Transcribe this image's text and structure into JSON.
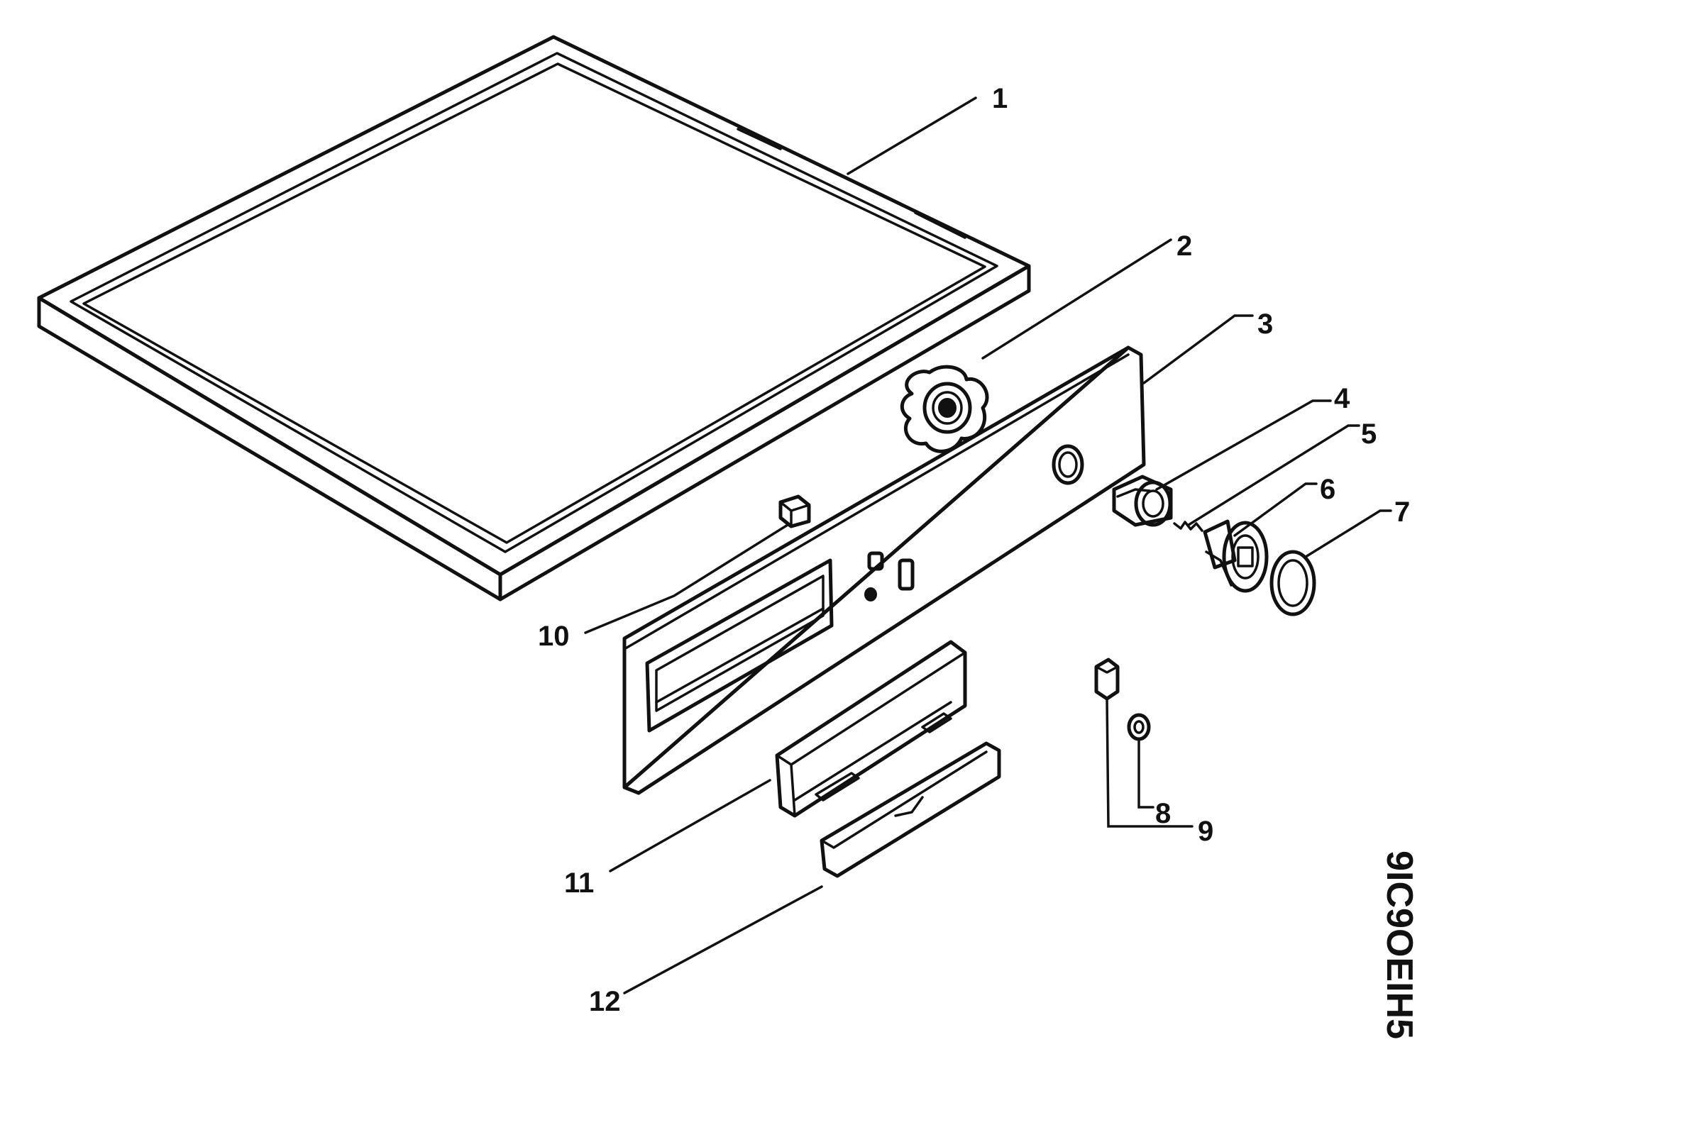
{
  "figure": {
    "code": "9IC9OEIH5"
  },
  "callouts": [
    {
      "id": "1",
      "text": "1"
    },
    {
      "id": "2",
      "text": "2"
    },
    {
      "id": "3",
      "text": "3"
    },
    {
      "id": "4",
      "text": "4"
    },
    {
      "id": "5",
      "text": "5"
    },
    {
      "id": "6",
      "text": "6"
    },
    {
      "id": "7",
      "text": "7"
    },
    {
      "id": "8",
      "text": "8"
    },
    {
      "id": "9",
      "text": "9"
    },
    {
      "id": "10",
      "text": "10"
    },
    {
      "id": "11",
      "text": "11"
    },
    {
      "id": "12",
      "text": "12"
    }
  ]
}
